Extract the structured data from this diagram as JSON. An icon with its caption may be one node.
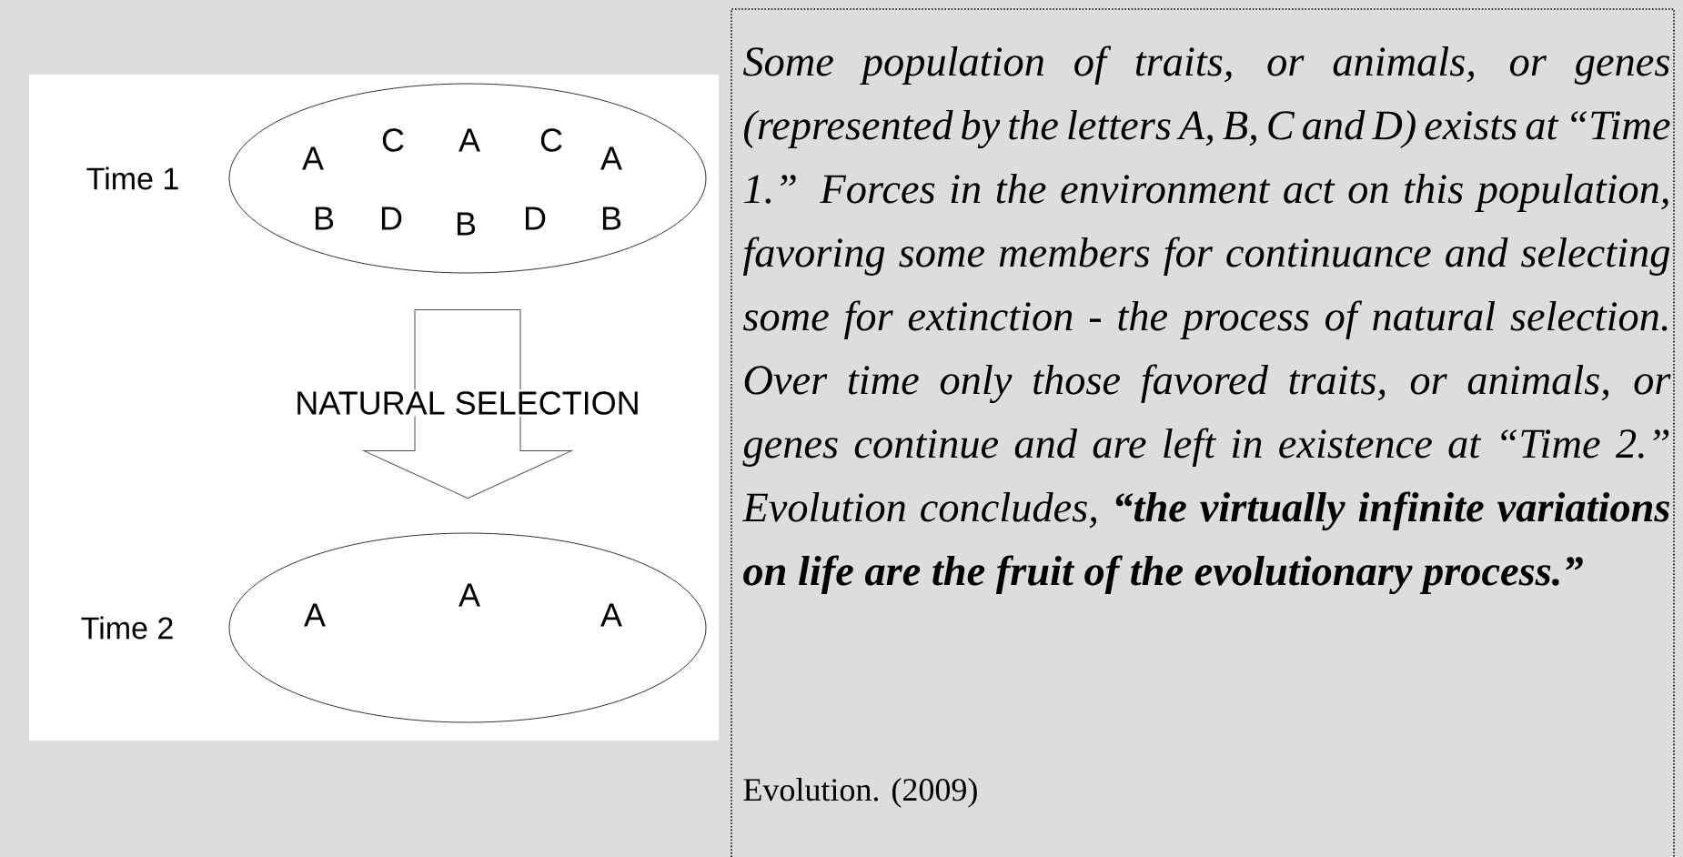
{
  "diagram": {
    "nodes": [
      {
        "text": [
          "A",
          "C",
          "A",
          "C",
          "A",
          "B",
          "D",
          "B",
          "D",
          "B"
        ],
        "beside": [
          "Time 1"
        ]
      },
      {
        "text": [
          "A",
          "A",
          "A"
        ],
        "beside": [
          "Time 2"
        ]
      }
    ],
    "edges": [
      {
        "from": 0,
        "to": 1,
        "arrow": "to",
        "label": "NATURAL SELECTION"
      }
    ],
    "labels": [
      "Some population of traits, or animals, or genes (represented by the letters A, B, C and D) exists at “Time 1.” Forces in the environment act on this population, favoring some members for continuance and selecting some for extinction - the process of natural selection. Over time only those favored traits, or animals, or genes continue and are left in existence at “Time 2.” Evolution concludes, **“the virtually infinite variations on life are the fruit of the evolutionary process.”**",
      "Evolution. (2009)"
    ]
  }
}
